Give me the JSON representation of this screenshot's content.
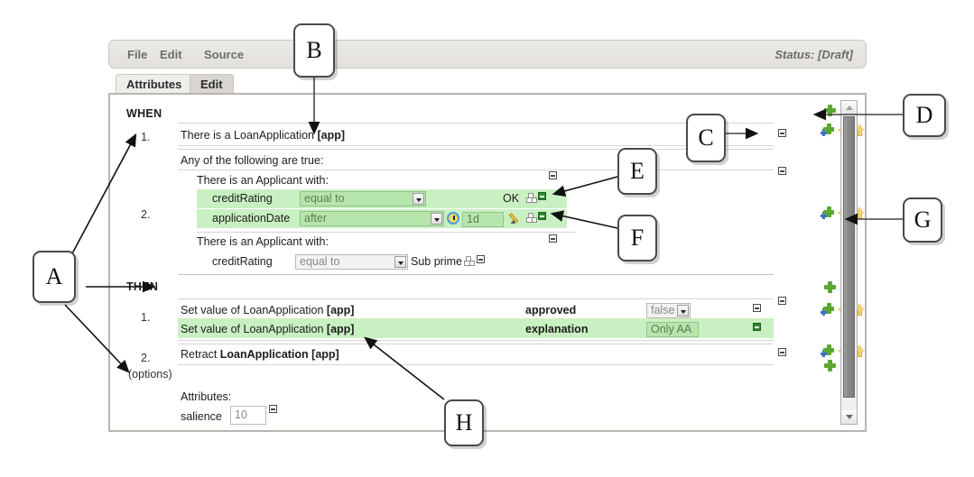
{
  "window": {
    "menu": [
      "File",
      "Edit",
      "Source"
    ],
    "status": "Status: [Draft]",
    "tabs": [
      {
        "label": "Attributes",
        "active": false
      },
      {
        "label": "Edit",
        "active": true
      }
    ]
  },
  "editor": {
    "when_label": "WHEN",
    "then_label": "THEN",
    "options_label": "(options)",
    "numbers": {
      "when1": "1.",
      "when2": "2.",
      "then1": "1.",
      "then2": "2."
    },
    "when": {
      "pattern1": {
        "text": "There is a LoanApplication ",
        "binding": "[app]"
      },
      "composite_label": "Any of the following are true:",
      "group1": {
        "header": "There is an Applicant with:",
        "constraints": [
          {
            "field": "creditRating",
            "operator": "equal to",
            "value": "OK"
          },
          {
            "field": "applicationDate",
            "operator": "after",
            "value": "1d"
          }
        ]
      },
      "group2": {
        "header": "There is an Applicant with:",
        "constraints": [
          {
            "field": "creditRating",
            "operator": "equal to",
            "value": "Sub prime"
          }
        ]
      }
    },
    "then": {
      "actions": [
        {
          "text": "Set value of LoanApplication ",
          "binding": "[app]",
          "field": "approved",
          "value": "false",
          "control": "select",
          "highlight": false
        },
        {
          "text": "Set value of LoanApplication ",
          "binding": "[app]",
          "field": "explanation",
          "value": "Only AA",
          "control": "text",
          "highlight": true
        },
        {
          "text": "Retract ",
          "binding": "LoanApplication [app]",
          "field": "",
          "value": "",
          "control": "none",
          "highlight": false
        }
      ]
    },
    "attributes": {
      "title": "Attributes:",
      "rows": [
        {
          "name": "salience",
          "value": "10"
        }
      ]
    },
    "icons": {
      "add": "plus-icon",
      "add_below": "plus-blue-icon",
      "move_down": "arrow-down-icon",
      "move_up": "arrow-up-icon",
      "remove": "minus-square-icon",
      "widget": "widget-icon",
      "calendar": "clock-icon",
      "edit": "pencil-icon"
    },
    "colors": {
      "highlight_green": "#c9f0c2",
      "field_green": "#b7e6ad",
      "chrome_gray": "#e3e0db",
      "accent_orange": "#e8a33d"
    }
  },
  "annotations": [
    {
      "id": "A",
      "label": "A"
    },
    {
      "id": "B",
      "label": "B"
    },
    {
      "id": "C",
      "label": "C"
    },
    {
      "id": "D",
      "label": "D"
    },
    {
      "id": "E",
      "label": "E"
    },
    {
      "id": "F",
      "label": "F"
    },
    {
      "id": "G",
      "label": "G"
    },
    {
      "id": "H",
      "label": "H"
    }
  ]
}
